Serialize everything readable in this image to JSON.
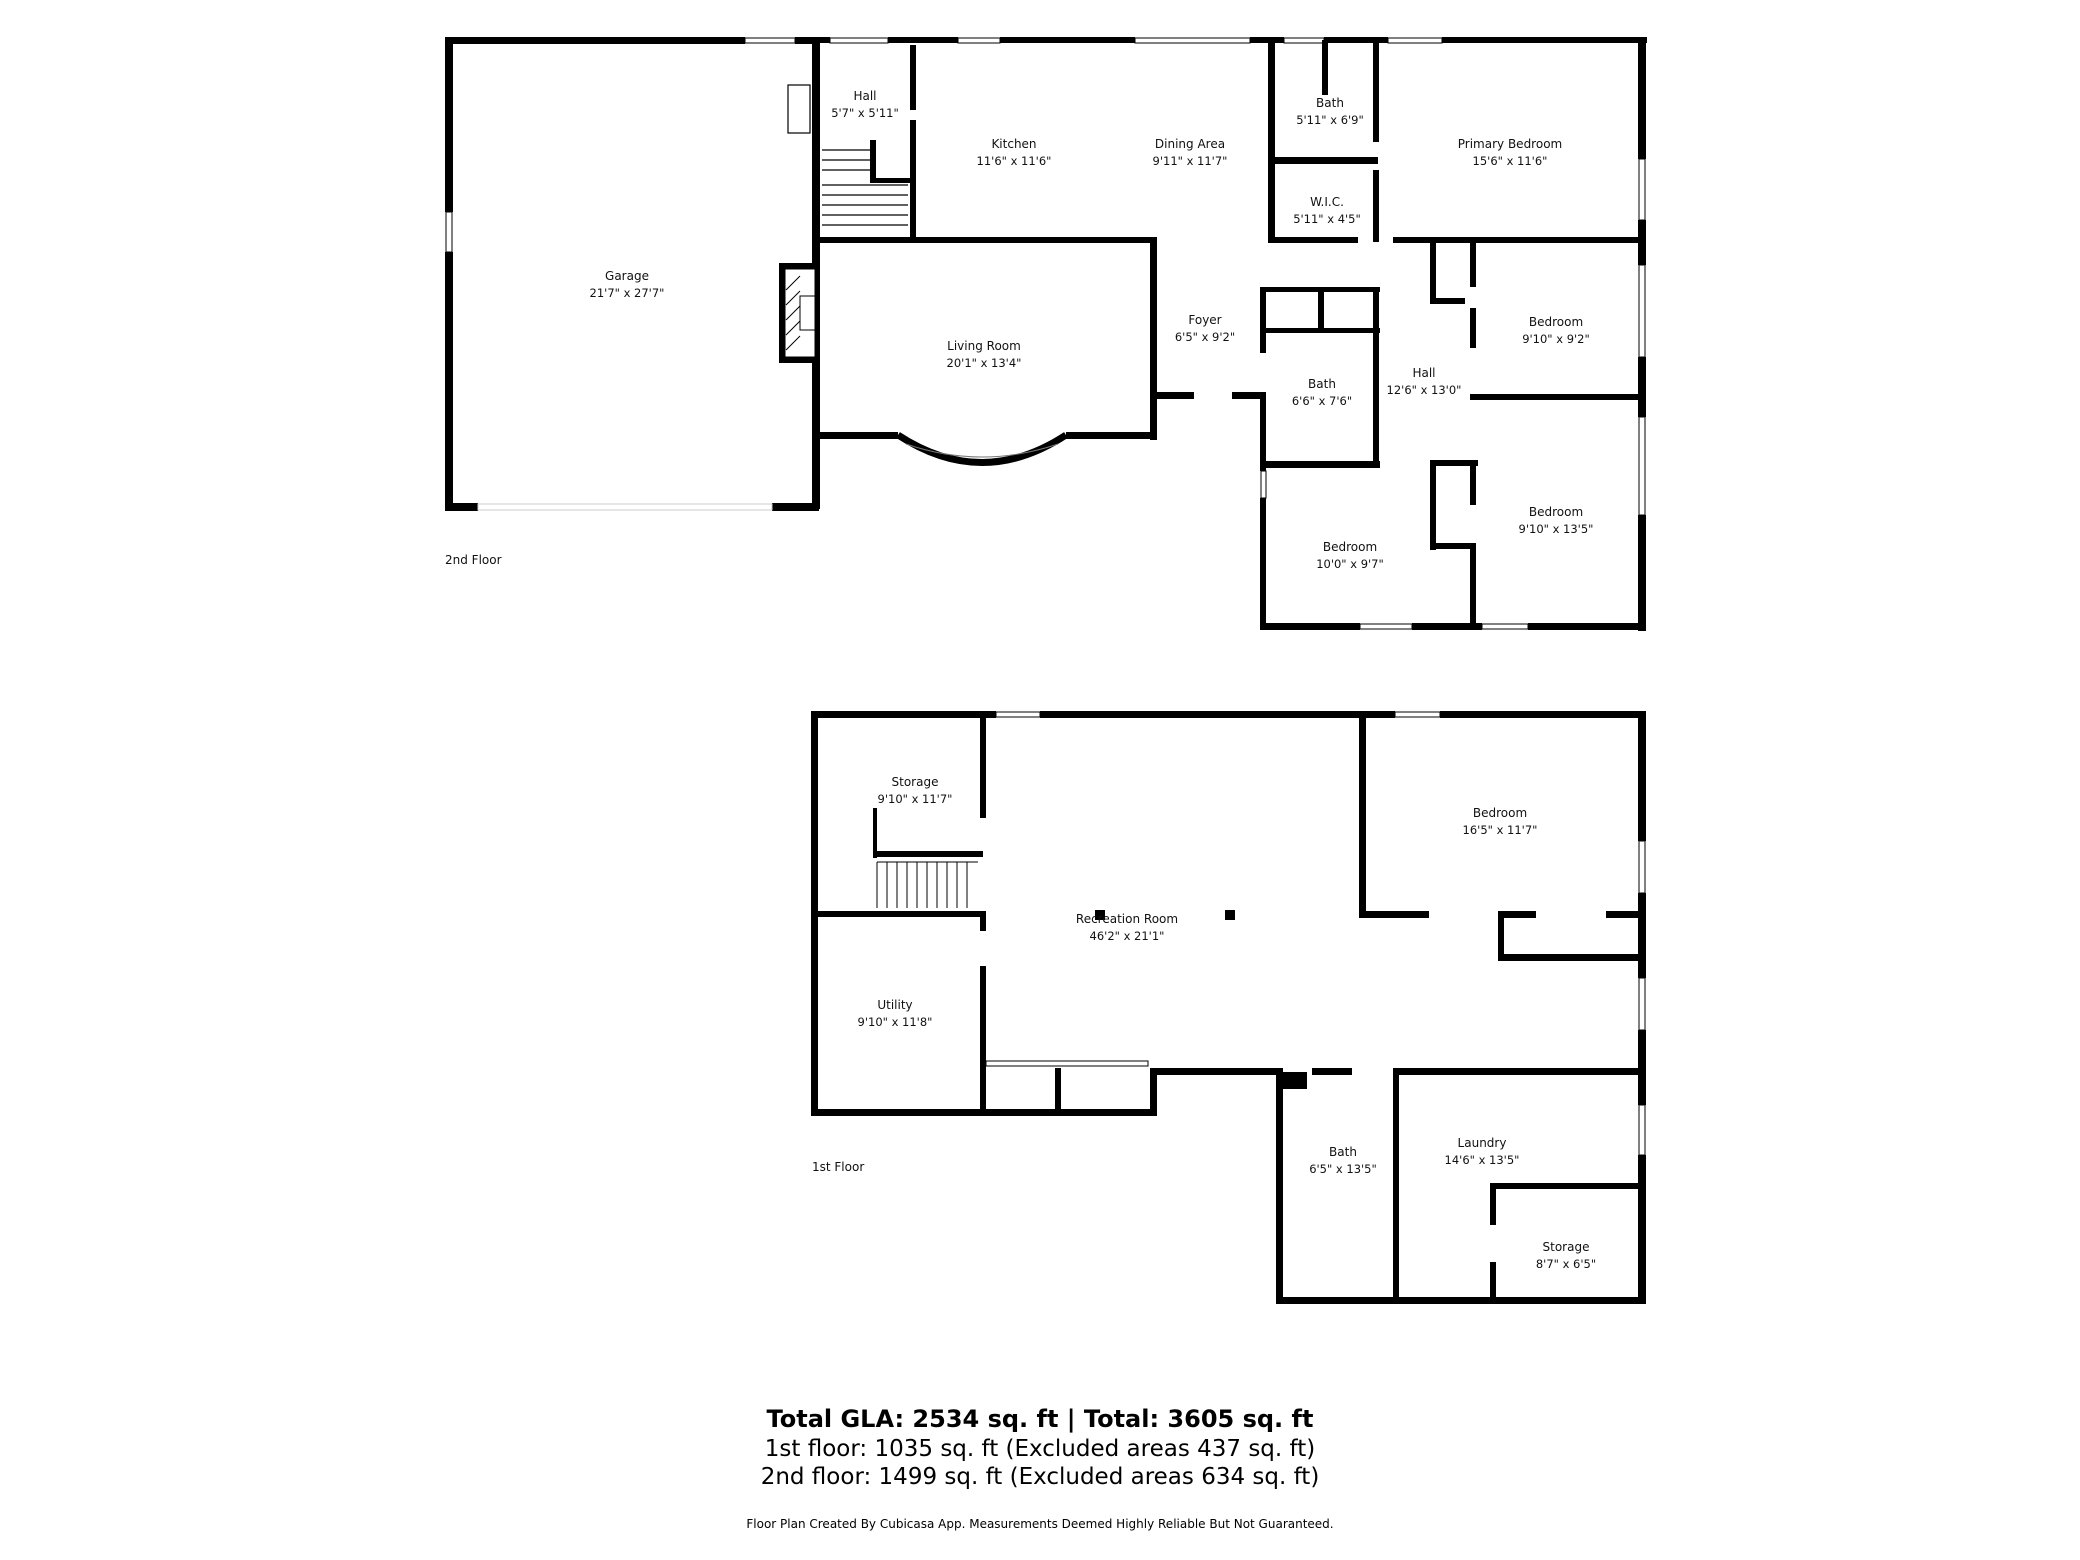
{
  "floors": {
    "upper_label": "2nd Floor",
    "lower_label": "1st Floor"
  },
  "rooms_upper": [
    {
      "name": "Garage",
      "dims": "21'7\" x 27'7\""
    },
    {
      "name": "Hall",
      "dims": "5'7\" x 5'11\""
    },
    {
      "name": "Kitchen",
      "dims": "11'6\" x 11'6\""
    },
    {
      "name": "Dining Area",
      "dims": "9'11\" x 11'7\""
    },
    {
      "name": "Bath",
      "dims": "5'11\" x 6'9\""
    },
    {
      "name": "Primary Bedroom",
      "dims": "15'6\" x 11'6\""
    },
    {
      "name": "W.I.C.",
      "dims": "5'11\" x 4'5\""
    },
    {
      "name": "Living Room",
      "dims": "20'1\" x 13'4\""
    },
    {
      "name": "Foyer",
      "dims": "6'5\" x 9'2\""
    },
    {
      "name": "Bedroom",
      "dims": "9'10\" x 9'2\""
    },
    {
      "name": "Bath",
      "dims": "6'6\" x 7'6\""
    },
    {
      "name": "Hall",
      "dims": "12'6\" x 13'0\""
    },
    {
      "name": "Bedroom",
      "dims": "9'10\" x 13'5\""
    },
    {
      "name": "Bedroom",
      "dims": "10'0\" x 9'7\""
    }
  ],
  "rooms_lower": [
    {
      "name": "Storage",
      "dims": "9'10\" x 11'7\""
    },
    {
      "name": "Bedroom",
      "dims": "16'5\" x 11'7\""
    },
    {
      "name": "Recreation Room",
      "dims": "46'2\" x 21'1\""
    },
    {
      "name": "Utility",
      "dims": "9'10\" x 11'8\""
    },
    {
      "name": "Bath",
      "dims": "6'5\" x 13'5\""
    },
    {
      "name": "Laundry",
      "dims": "14'6\" x 13'5\""
    },
    {
      "name": "Storage",
      "dims": "8'7\" x 6'5\""
    }
  ],
  "summary": {
    "total": "Total GLA: 2534 sq. ft | Total: 3605 sq. ft",
    "first_floor": "1st floor: 1035 sq. ft (Excluded areas 437 sq. ft)",
    "second_floor": "2nd floor: 1499 sq. ft (Excluded areas 634 sq. ft)",
    "disclaimer": "Floor Plan Created By Cubicasa App. Measurements Deemed Highly Reliable But Not Guaranteed."
  }
}
